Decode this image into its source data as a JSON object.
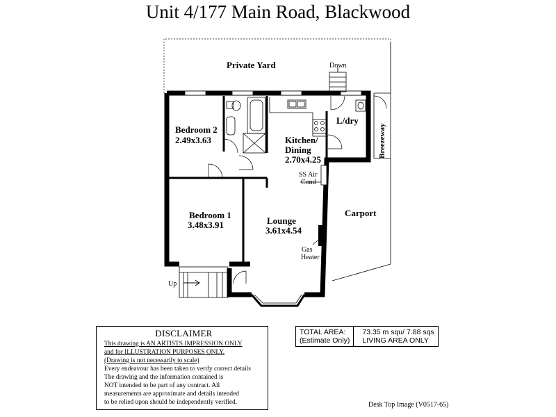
{
  "title": "Unit 4/177 Main Road, Blackwood",
  "rooms": {
    "private_yard": "Private Yard",
    "bedroom2_name": "Bedroom 2",
    "bedroom2_size": "2.49x3.63",
    "bedroom1_name": "Bedroom 1",
    "bedroom1_size": "3.48x3.91",
    "kitchen_name_1": "Kitchen/",
    "kitchen_name_2": "Dining",
    "kitchen_size": "2.70x4.25",
    "laundry": "L/dry",
    "lounge_name": "Lounge",
    "lounge_size": "3.61x4.54",
    "carport": "Carport",
    "breezeway": "Breezeway"
  },
  "fixtures": {
    "down": "Down",
    "up": "Up",
    "ss_air_1": "SS Air",
    "ss_air_2": "Cond",
    "gas_1": "Gas",
    "gas_2": "Heater"
  },
  "disclaimer": {
    "heading": "DISCLAIMER",
    "line1": "This drawing is AN ARTISTS IMPRESSION ONLY",
    "line2": "and for ILLUSTRATION PURPOSES ONLY.",
    "line3": "(Drawing is not necessarily to scale)",
    "line4": "Every endeavour has been taken to verify correct details",
    "line5": "The drawing and the information contained is",
    "line6": "NOT intended to be part of any contract.  All",
    "line7": "measurements are approximate and details intended",
    "line8": "to be relied upon should be independently verified."
  },
  "area": {
    "label1": "TOTAL AREA:",
    "label2": "(Estimate Only)",
    "value1": "73.35 m squ/ 7.88 sqs",
    "value2": "LIVING AREA ONLY"
  },
  "footer": "Desk Top Image   (V0517-65)"
}
